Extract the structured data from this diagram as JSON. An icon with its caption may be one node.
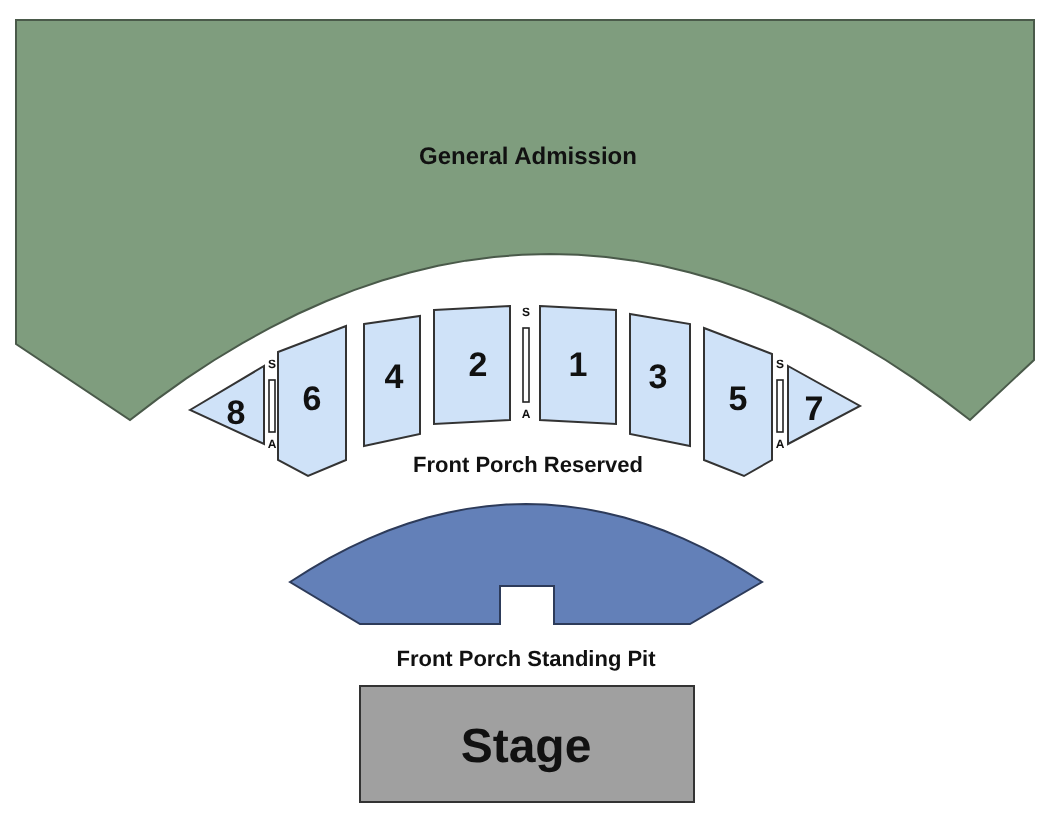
{
  "diagram": {
    "nodes": [
      {
        "text": [
          "General Admission"
        ]
      },
      {
        "text": [
          "8"
        ]
      },
      {
        "text": [
          "6"
        ]
      },
      {
        "text": [
          "4"
        ]
      },
      {
        "text": [
          "2"
        ]
      },
      {
        "text": [
          "1"
        ]
      },
      {
        "text": [
          "3"
        ]
      },
      {
        "text": [
          "5"
        ]
      },
      {
        "text": [
          "7"
        ]
      },
      {
        "text": [
          "Front Porch Standing Pit"
        ]
      },
      {
        "text": [
          "Stage"
        ]
      }
    ],
    "labels": [
      "S",
      "A",
      "S",
      "A",
      "S",
      "A",
      "Front Porch Reserved"
    ]
  }
}
